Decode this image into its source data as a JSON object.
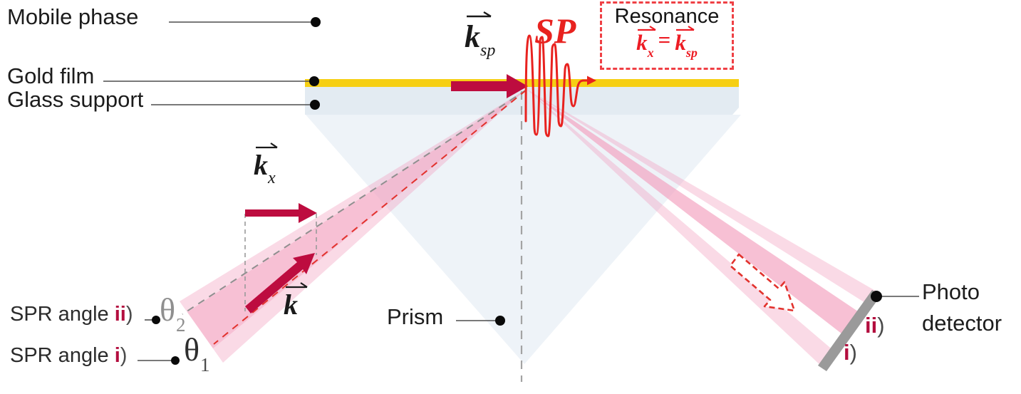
{
  "colors": {
    "crimson": "#bd0c3f",
    "red": "#e8221f",
    "dashed_red": "#e2322d",
    "gold": "#f6cf13",
    "glass": "#e3ebf2",
    "prism": "#eef3f8",
    "beam_pink": "#f29ebc",
    "detector_gray": "#9a9a9a"
  },
  "layers": {
    "mobile_phase": "Mobile phase",
    "gold_film": "Gold film",
    "glass_support": "Glass support",
    "prism": "Prism"
  },
  "wave": {
    "label": "SP"
  },
  "vectors": {
    "k": "k",
    "sub_sp": "sp",
    "sub_x": "x"
  },
  "resonance": {
    "title": "Resonance",
    "equals": "="
  },
  "spr_angles": {
    "prefix": "SPR angle",
    "ii": "ii",
    "i": "i",
    "paren": ")",
    "theta": "θ",
    "sub2": "2",
    "sub1": "1"
  },
  "detector": {
    "line1": "Photo",
    "line2": "detector",
    "ii": "ii",
    "i": "i",
    "paren": ")"
  }
}
